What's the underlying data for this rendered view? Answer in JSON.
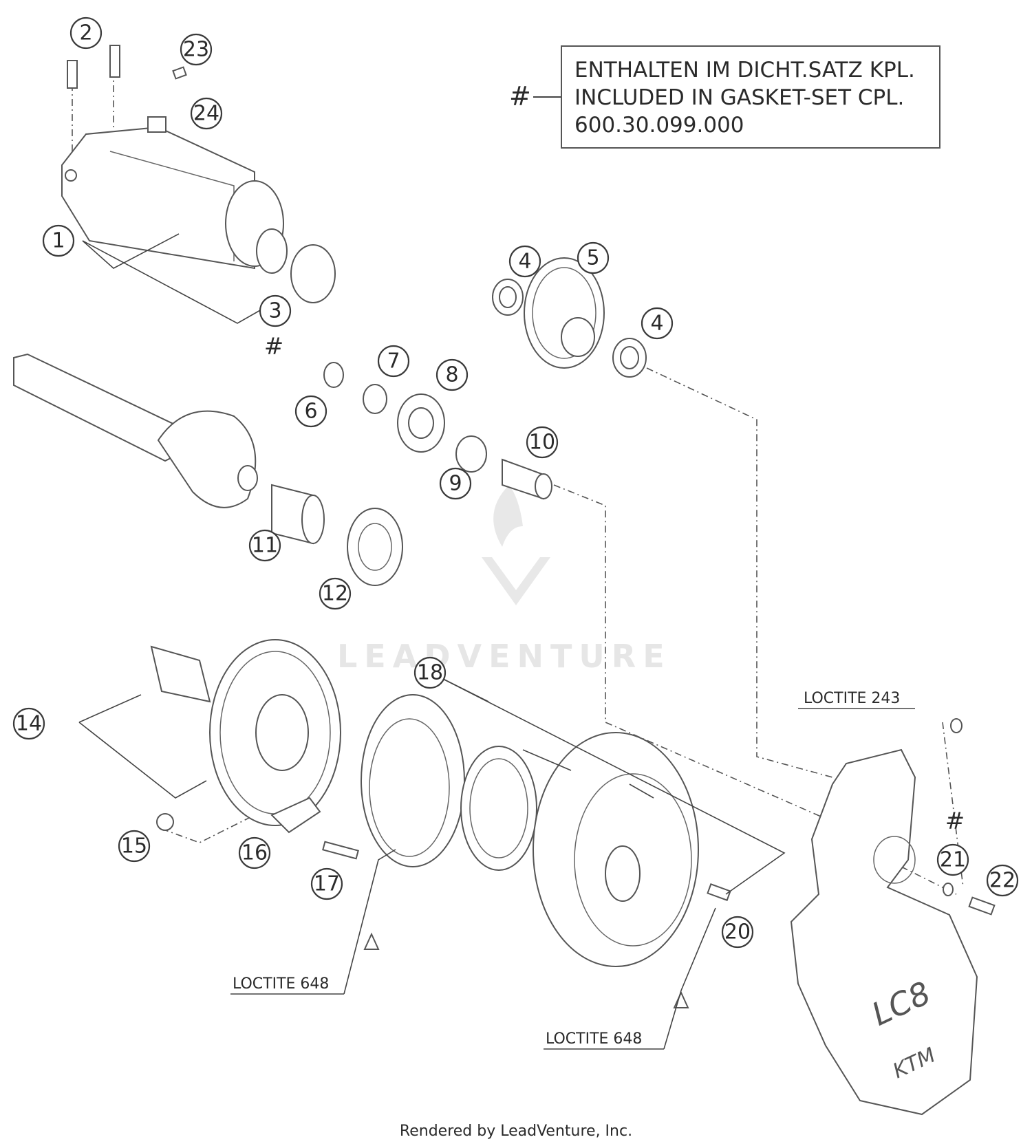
{
  "note": {
    "marker": "#",
    "lines": [
      "ENTHALTEN IM DICHT.SATZ KPL.",
      "INCLUDED IN GASKET-SET CPL.",
      "600.30.099.000"
    ]
  },
  "callouts": [
    "1",
    "2",
    "3",
    "4",
    "5",
    "4",
    "6",
    "7",
    "8",
    "9",
    "10",
    "11",
    "12",
    "14",
    "15",
    "16",
    "17",
    "18",
    "20",
    "21",
    "22",
    "23",
    "24"
  ],
  "markers": {
    "hash_3": "#",
    "hash_21": "#"
  },
  "labels": {
    "loctite_243": "LOCTITE 243",
    "loctite_648_left": "LOCTITE 648",
    "loctite_648_right": "LOCTITE 648"
  },
  "cover_logo": {
    "model": "LC8",
    "brand": "KTM"
  },
  "watermark": "LEADVENTURE",
  "footer": "Rendered by LeadVenture, Inc."
}
